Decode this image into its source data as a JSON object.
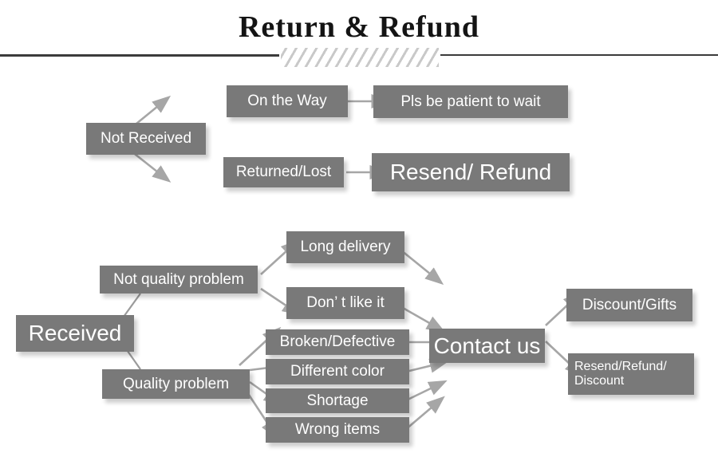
{
  "header": {
    "title": "Return & Refund",
    "divider_icon": "hatched-divider"
  },
  "flowchart": {
    "not_received": {
      "root": "Not Received",
      "branches": [
        {
          "label": "On the Way",
          "result": "Pls be patient to wait"
        },
        {
          "label": "Returned/Lost",
          "result": "Resend/ Refund"
        }
      ]
    },
    "received": {
      "root": "Received",
      "categories": [
        {
          "label": "Not quality problem",
          "issues": [
            "Long delivery",
            "Don’  t like it"
          ]
        },
        {
          "label": "Quality problem",
          "issues": [
            "Broken/Defective",
            "Different color",
            "Shortage",
            "Wrong items"
          ]
        }
      ],
      "action": "Contact us",
      "outcomes": [
        "Discount/Gifts",
        "Resend/Refund/ Discount"
      ]
    }
  },
  "colors": {
    "box_fill": "#797979",
    "box_text": "#ffffff",
    "arrow": "#a6a6a6",
    "connector": "#9b9b9b",
    "rule": "#3b3b3b",
    "hatch": "#c9c9c9",
    "title_text": "#141414"
  }
}
